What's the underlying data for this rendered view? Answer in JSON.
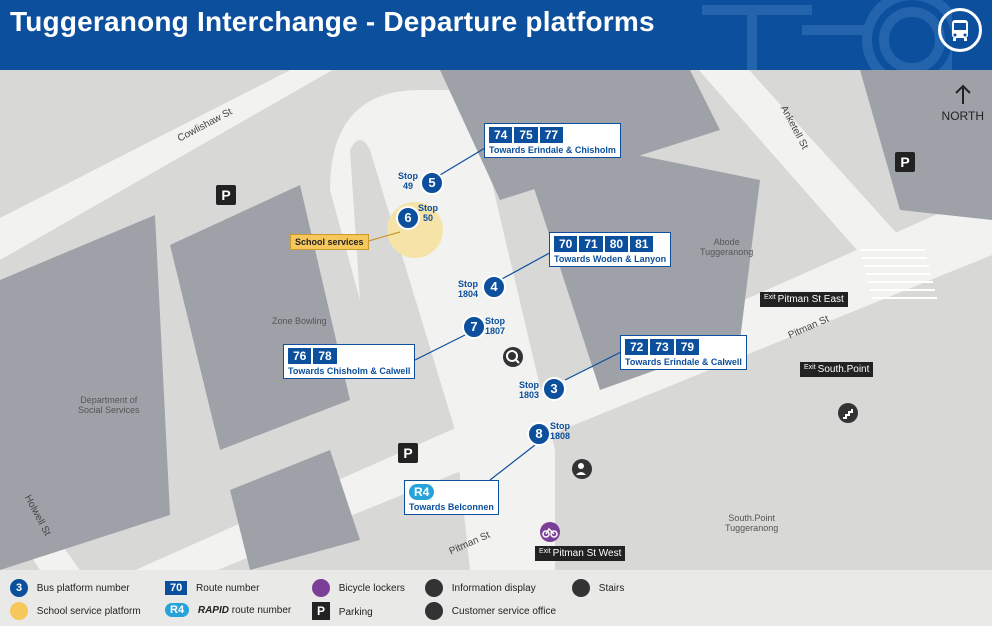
{
  "title": "Tuggeranong Interchange - Departure platforms",
  "north_label": "NORTH",
  "streets": {
    "cowlishaw": "Cowlishaw St",
    "anketell": "Anketell St",
    "pitman_east": "Pitman St",
    "pitman_west": "Pitman St",
    "holwell": "Holwell St"
  },
  "places": {
    "abode": "Abode\nTuggeranong",
    "zone_bowling": "Zone Bowling",
    "dept_social": "Department of\nSocial Services",
    "southpoint": "South.Point\nTuggeranong"
  },
  "platforms": [
    {
      "num": "5",
      "stop": "Stop\n49"
    },
    {
      "num": "6",
      "stop": "Stop\n50"
    },
    {
      "num": "4",
      "stop": "Stop\n1804"
    },
    {
      "num": "7",
      "stop": "Stop\n1807"
    },
    {
      "num": "3",
      "stop": "Stop\n1803"
    },
    {
      "num": "8",
      "stop": "Stop\n1808"
    }
  ],
  "route_boxes": [
    {
      "routes": [
        "74",
        "75",
        "77"
      ],
      "dest": "Towards Erindale & Chisholm"
    },
    {
      "routes": [
        "70",
        "71",
        "80",
        "81"
      ],
      "dest": "Towards Woden & Lanyon"
    },
    {
      "routes": [
        "76",
        "78"
      ],
      "dest": "Towards Chisholm & Calwell"
    },
    {
      "routes": [
        "72",
        "73",
        "79"
      ],
      "dest": "Towards Erindale & Calwell"
    },
    {
      "routes": [
        "R4"
      ],
      "dest": "Towards Belconnen"
    }
  ],
  "school_services": "School services",
  "exits": {
    "word": "Exit",
    "pitman_east": "Pitman St East",
    "southpoint": "South.Point",
    "pitman_west": "Pitman St West"
  },
  "parking_glyph": "P",
  "legend": {
    "platform_num": "3",
    "platform_label": "Bus platform number",
    "school_label": "School service platform",
    "route_num": "70",
    "route_label": "Route number",
    "rapid_num": "R4",
    "rapid_word": "RAPID",
    "rapid_label": "route number",
    "bike_label": "Bicycle lockers",
    "parking_label": "Parking",
    "info_label": "Information display",
    "cso_label": "Customer service office",
    "stairs_label": "Stairs"
  },
  "colors": {
    "header": "#0b4f9d",
    "platform": "#0b4f9d",
    "rapid": "#27a3d9",
    "school": "#f6c75a",
    "bike": "#7b3f98",
    "road": "#f2f2f0",
    "building": "#9ea2a8",
    "ground": "#d8d8d6"
  }
}
